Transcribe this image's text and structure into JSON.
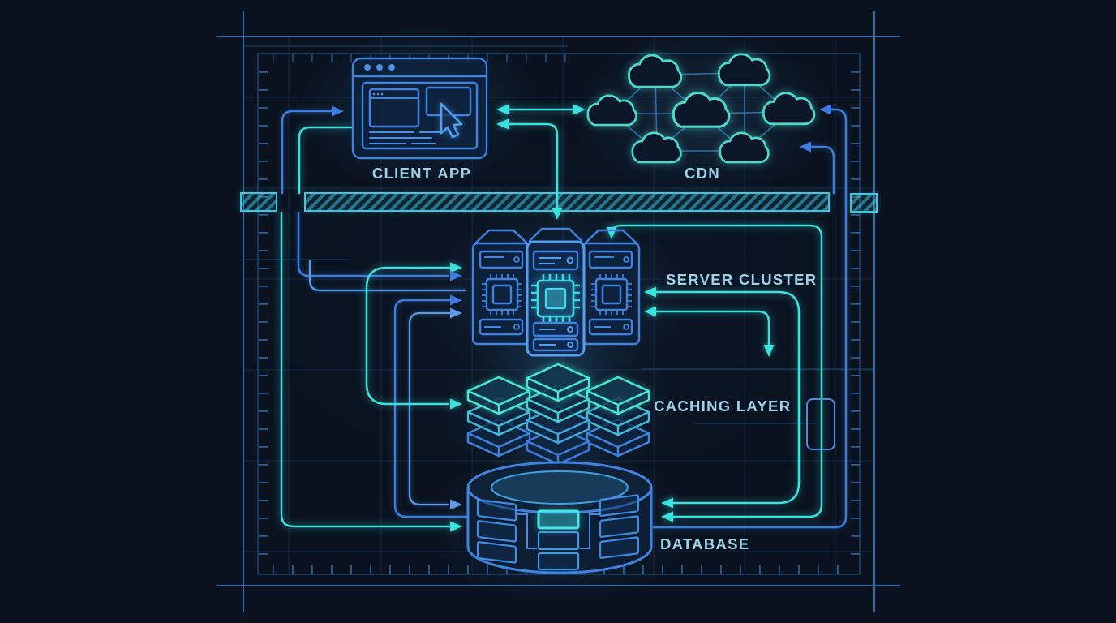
{
  "diagram": {
    "type": "architecture-blueprint",
    "nodes": [
      {
        "id": "client-app",
        "label": "CLIENT APP"
      },
      {
        "id": "cdn",
        "label": "CDN"
      },
      {
        "id": "server-cluster",
        "label": "SERVER CLUSTER"
      },
      {
        "id": "caching-layer",
        "label": "CACHING LAYER"
      },
      {
        "id": "database",
        "label": "DATABASE"
      }
    ],
    "colors": {
      "background": "#0a121f",
      "frame": "#2d6ea6",
      "grid": "#132843",
      "connector_blue": "#3b7de0",
      "connector_cyan": "#3ae2de",
      "cloud_teal": "#4fd9cc",
      "node_blue": "#3f82e0",
      "cache_top_teal": "#45ead0",
      "hatch_cyan": "#3fc6e0",
      "label_text": "#9dd2e6",
      "highlight_cell": "#43e6ea"
    }
  }
}
